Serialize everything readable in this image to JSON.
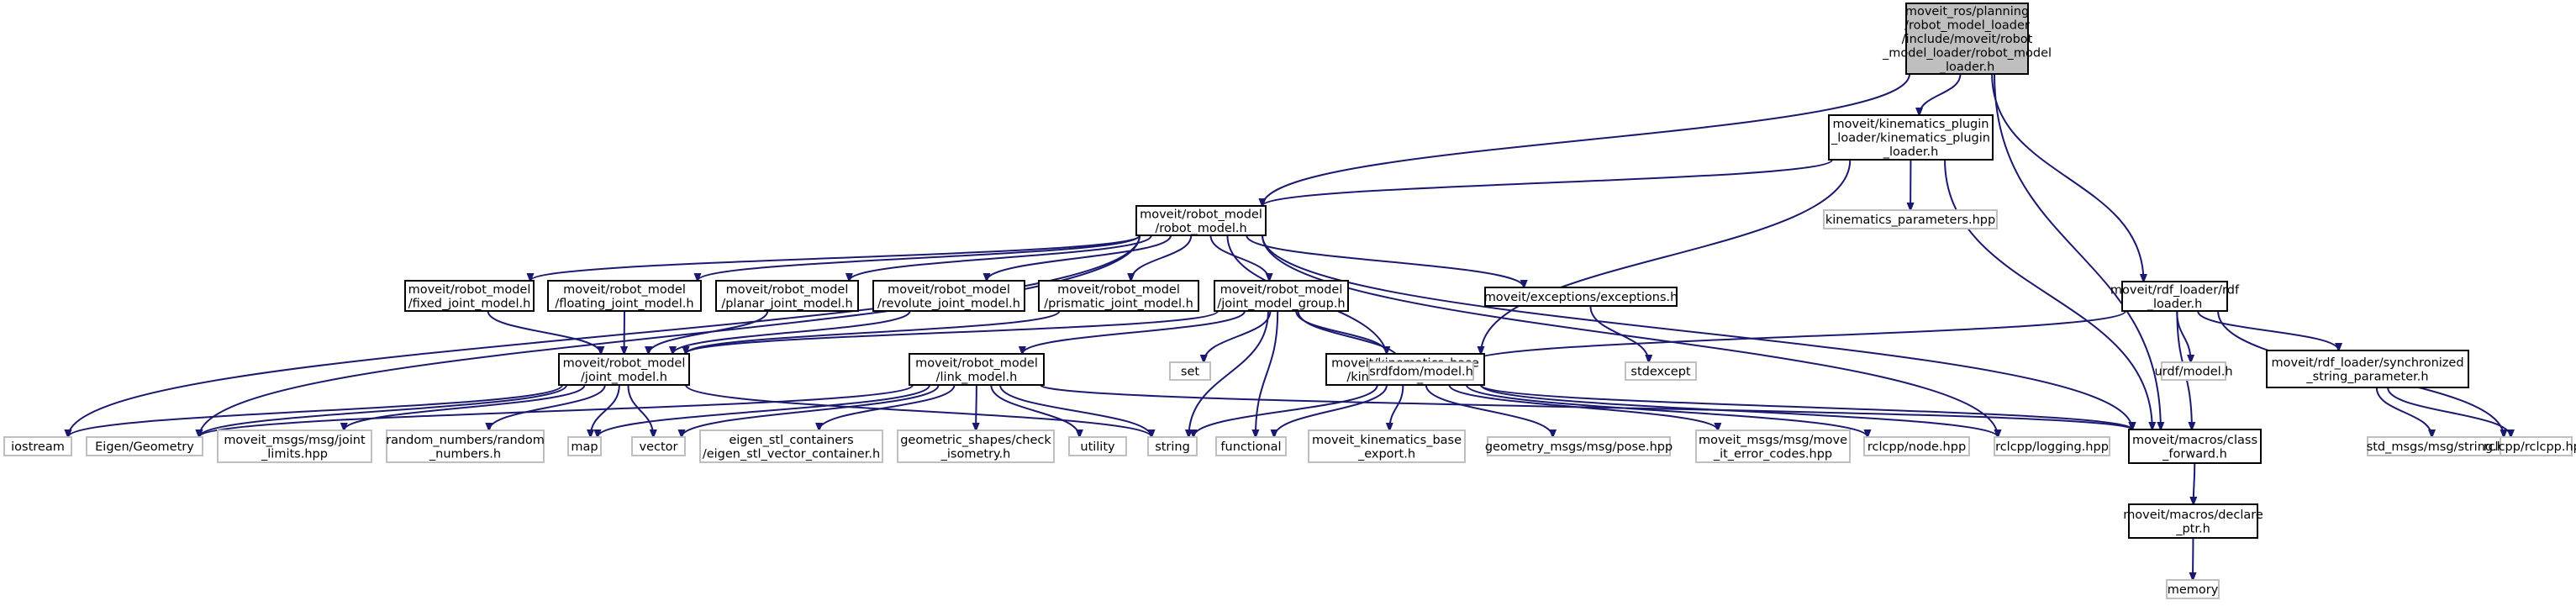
{
  "colors": {
    "edge": "#191970",
    "node_border_solid": "#000000",
    "node_border_external": "#bfbfbf",
    "root_fill": "#bfbfbf",
    "node_fill": "#ffffff"
  },
  "nodes": [
    {
      "id": "root",
      "lines": [
        "moveit_ros/planning",
        "/robot_model_loader",
        "/include/moveit/robot",
        "_model_loader/robot_model",
        "_loader.h"
      ],
      "kind": "root"
    },
    {
      "id": "kpl",
      "lines": [
        "moveit/kinematics_plugin",
        "_loader/kinematics_plugin",
        "_loader.h"
      ],
      "kind": "internal"
    },
    {
      "id": "rdf",
      "lines": [
        "moveit/rdf_loader/rdf",
        "_loader.h"
      ],
      "kind": "internal"
    },
    {
      "id": "robot_model",
      "lines": [
        "moveit/robot_model",
        "/robot_model.h"
      ],
      "kind": "internal"
    },
    {
      "id": "kin_params",
      "lines": [
        "kinematics_parameters.hpp"
      ],
      "kind": "external"
    },
    {
      "id": "fixed_jm",
      "lines": [
        "moveit/robot_model",
        "/fixed_joint_model.h"
      ],
      "kind": "internal"
    },
    {
      "id": "floating_jm",
      "lines": [
        "moveit/robot_model",
        "/floating_joint_model.h"
      ],
      "kind": "internal"
    },
    {
      "id": "planar_jm",
      "lines": [
        "moveit/robot_model",
        "/planar_joint_model.h"
      ],
      "kind": "internal"
    },
    {
      "id": "revolute_jm",
      "lines": [
        "moveit/robot_model",
        "/revolute_joint_model.h"
      ],
      "kind": "internal"
    },
    {
      "id": "prismatic_jm",
      "lines": [
        "moveit/robot_model",
        "/prismatic_joint_model.h"
      ],
      "kind": "internal"
    },
    {
      "id": "jmg",
      "lines": [
        "moveit/robot_model",
        "/joint_model_group.h"
      ],
      "kind": "internal"
    },
    {
      "id": "exceptions",
      "lines": [
        "moveit/exceptions/exceptions.h"
      ],
      "kind": "internal"
    },
    {
      "id": "sync_param",
      "lines": [
        "moveit/rdf_loader/synchronized",
        "_string_parameter.h"
      ],
      "kind": "internal"
    },
    {
      "id": "joint_model",
      "lines": [
        "moveit/robot_model",
        "/joint_model.h"
      ],
      "kind": "internal"
    },
    {
      "id": "link_model",
      "lines": [
        "moveit/robot_model",
        "/link_model.h"
      ],
      "kind": "internal"
    },
    {
      "id": "kin_base",
      "lines": [
        "moveit/kinematics_base",
        "/kinematics_base.h"
      ],
      "kind": "internal"
    },
    {
      "id": "set",
      "lines": [
        "set"
      ],
      "kind": "external"
    },
    {
      "id": "srdf",
      "lines": [
        "srdfdom/model.h"
      ],
      "kind": "external"
    },
    {
      "id": "stdexcept",
      "lines": [
        "stdexcept"
      ],
      "kind": "external"
    },
    {
      "id": "urdf",
      "lines": [
        "urdf/model.h"
      ],
      "kind": "external"
    },
    {
      "id": "iostream",
      "lines": [
        "iostream"
      ],
      "kind": "external"
    },
    {
      "id": "eigen_geo",
      "lines": [
        "Eigen/Geometry"
      ],
      "kind": "external"
    },
    {
      "id": "joint_limits",
      "lines": [
        "moveit_msgs/msg/joint",
        "_limits.hpp"
      ],
      "kind": "external"
    },
    {
      "id": "random_numbers",
      "lines": [
        "random_numbers/random",
        "_numbers.h"
      ],
      "kind": "external"
    },
    {
      "id": "map",
      "lines": [
        "map"
      ],
      "kind": "external"
    },
    {
      "id": "vector",
      "lines": [
        "vector"
      ],
      "kind": "external"
    },
    {
      "id": "eigen_stl",
      "lines": [
        "eigen_stl_containers",
        "/eigen_stl_vector_container.h"
      ],
      "kind": "external"
    },
    {
      "id": "geom_shapes",
      "lines": [
        "geometric_shapes/check",
        "_isometry.h"
      ],
      "kind": "external"
    },
    {
      "id": "utility",
      "lines": [
        "utility"
      ],
      "kind": "external"
    },
    {
      "id": "string",
      "lines": [
        "string"
      ],
      "kind": "external"
    },
    {
      "id": "functional",
      "lines": [
        "functional"
      ],
      "kind": "external"
    },
    {
      "id": "kin_export",
      "lines": [
        "moveit_kinematics_base",
        "_export.h"
      ],
      "kind": "external"
    },
    {
      "id": "pose",
      "lines": [
        "geometry_msgs/msg/pose.hpp"
      ],
      "kind": "external"
    },
    {
      "id": "move_it_err",
      "lines": [
        "moveit_msgs/msg/move",
        "_it_error_codes.hpp"
      ],
      "kind": "external"
    },
    {
      "id": "rclcpp_node",
      "lines": [
        "rclcpp/node.hpp"
      ],
      "kind": "external"
    },
    {
      "id": "rclcpp_logging",
      "lines": [
        "rclcpp/logging.hpp"
      ],
      "kind": "external"
    },
    {
      "id": "class_fwd",
      "lines": [
        "moveit/macros/class",
        "_forward.h"
      ],
      "kind": "internal"
    },
    {
      "id": "std_string",
      "lines": [
        "std_msgs/msg/string.hpp"
      ],
      "kind": "external"
    },
    {
      "id": "rclcpp",
      "lines": [
        "rclcpp/rclcpp.hpp"
      ],
      "kind": "external"
    },
    {
      "id": "declare_ptr",
      "lines": [
        "moveit/macros/declare",
        "_ptr.h"
      ],
      "kind": "internal"
    },
    {
      "id": "memory",
      "lines": [
        "memory"
      ],
      "kind": "external"
    }
  ],
  "edges": [
    [
      "root",
      "robot_model"
    ],
    [
      "root",
      "kpl"
    ],
    [
      "root",
      "class_fwd"
    ],
    [
      "root",
      "rdf"
    ],
    [
      "kpl",
      "robot_model"
    ],
    [
      "kpl",
      "kin_params"
    ],
    [
      "kpl",
      "kin_base"
    ],
    [
      "kpl",
      "class_fwd"
    ],
    [
      "rdf",
      "srdf"
    ],
    [
      "rdf",
      "class_fwd"
    ],
    [
      "rdf",
      "urdf"
    ],
    [
      "rdf",
      "sync_param"
    ],
    [
      "rdf",
      "rclcpp"
    ],
    [
      "sync_param",
      "std_string"
    ],
    [
      "sync_param",
      "rclcpp"
    ],
    [
      "robot_model",
      "iostream"
    ],
    [
      "robot_model",
      "eigen_geo"
    ],
    [
      "robot_model",
      "fixed_jm"
    ],
    [
      "robot_model",
      "floating_jm"
    ],
    [
      "robot_model",
      "planar_jm"
    ],
    [
      "robot_model",
      "revolute_jm"
    ],
    [
      "robot_model",
      "prismatic_jm"
    ],
    [
      "robot_model",
      "jmg"
    ],
    [
      "robot_model",
      "srdf"
    ],
    [
      "robot_model",
      "exceptions"
    ],
    [
      "robot_model",
      "rclcpp_logging"
    ],
    [
      "robot_model",
      "class_fwd"
    ],
    [
      "exceptions",
      "stdexcept"
    ],
    [
      "fixed_jm",
      "joint_model"
    ],
    [
      "floating_jm",
      "joint_model"
    ],
    [
      "planar_jm",
      "joint_model"
    ],
    [
      "revolute_jm",
      "joint_model"
    ],
    [
      "prismatic_jm",
      "joint_model"
    ],
    [
      "jmg",
      "joint_model"
    ],
    [
      "jmg",
      "link_model"
    ],
    [
      "jmg",
      "set"
    ],
    [
      "jmg",
      "string"
    ],
    [
      "jmg",
      "functional"
    ],
    [
      "jmg",
      "kin_base"
    ],
    [
      "jmg",
      "srdf"
    ],
    [
      "joint_model",
      "iostream"
    ],
    [
      "joint_model",
      "eigen_geo"
    ],
    [
      "joint_model",
      "joint_limits"
    ],
    [
      "joint_model",
      "random_numbers"
    ],
    [
      "joint_model",
      "map"
    ],
    [
      "joint_model",
      "vector"
    ],
    [
      "joint_model",
      "string"
    ],
    [
      "link_model",
      "eigen_geo"
    ],
    [
      "link_model",
      "map"
    ],
    [
      "link_model",
      "vector"
    ],
    [
      "link_model",
      "eigen_stl"
    ],
    [
      "link_model",
      "geom_shapes"
    ],
    [
      "link_model",
      "utility"
    ],
    [
      "link_model",
      "string"
    ],
    [
      "link_model",
      "class_fwd"
    ],
    [
      "kin_base",
      "string"
    ],
    [
      "kin_base",
      "functional"
    ],
    [
      "kin_base",
      "kin_export"
    ],
    [
      "kin_base",
      "pose"
    ],
    [
      "kin_base",
      "move_it_err"
    ],
    [
      "kin_base",
      "rclcpp_node"
    ],
    [
      "kin_base",
      "rclcpp_logging"
    ],
    [
      "kin_base",
      "class_fwd"
    ],
    [
      "class_fwd",
      "declare_ptr"
    ],
    [
      "declare_ptr",
      "memory"
    ]
  ]
}
